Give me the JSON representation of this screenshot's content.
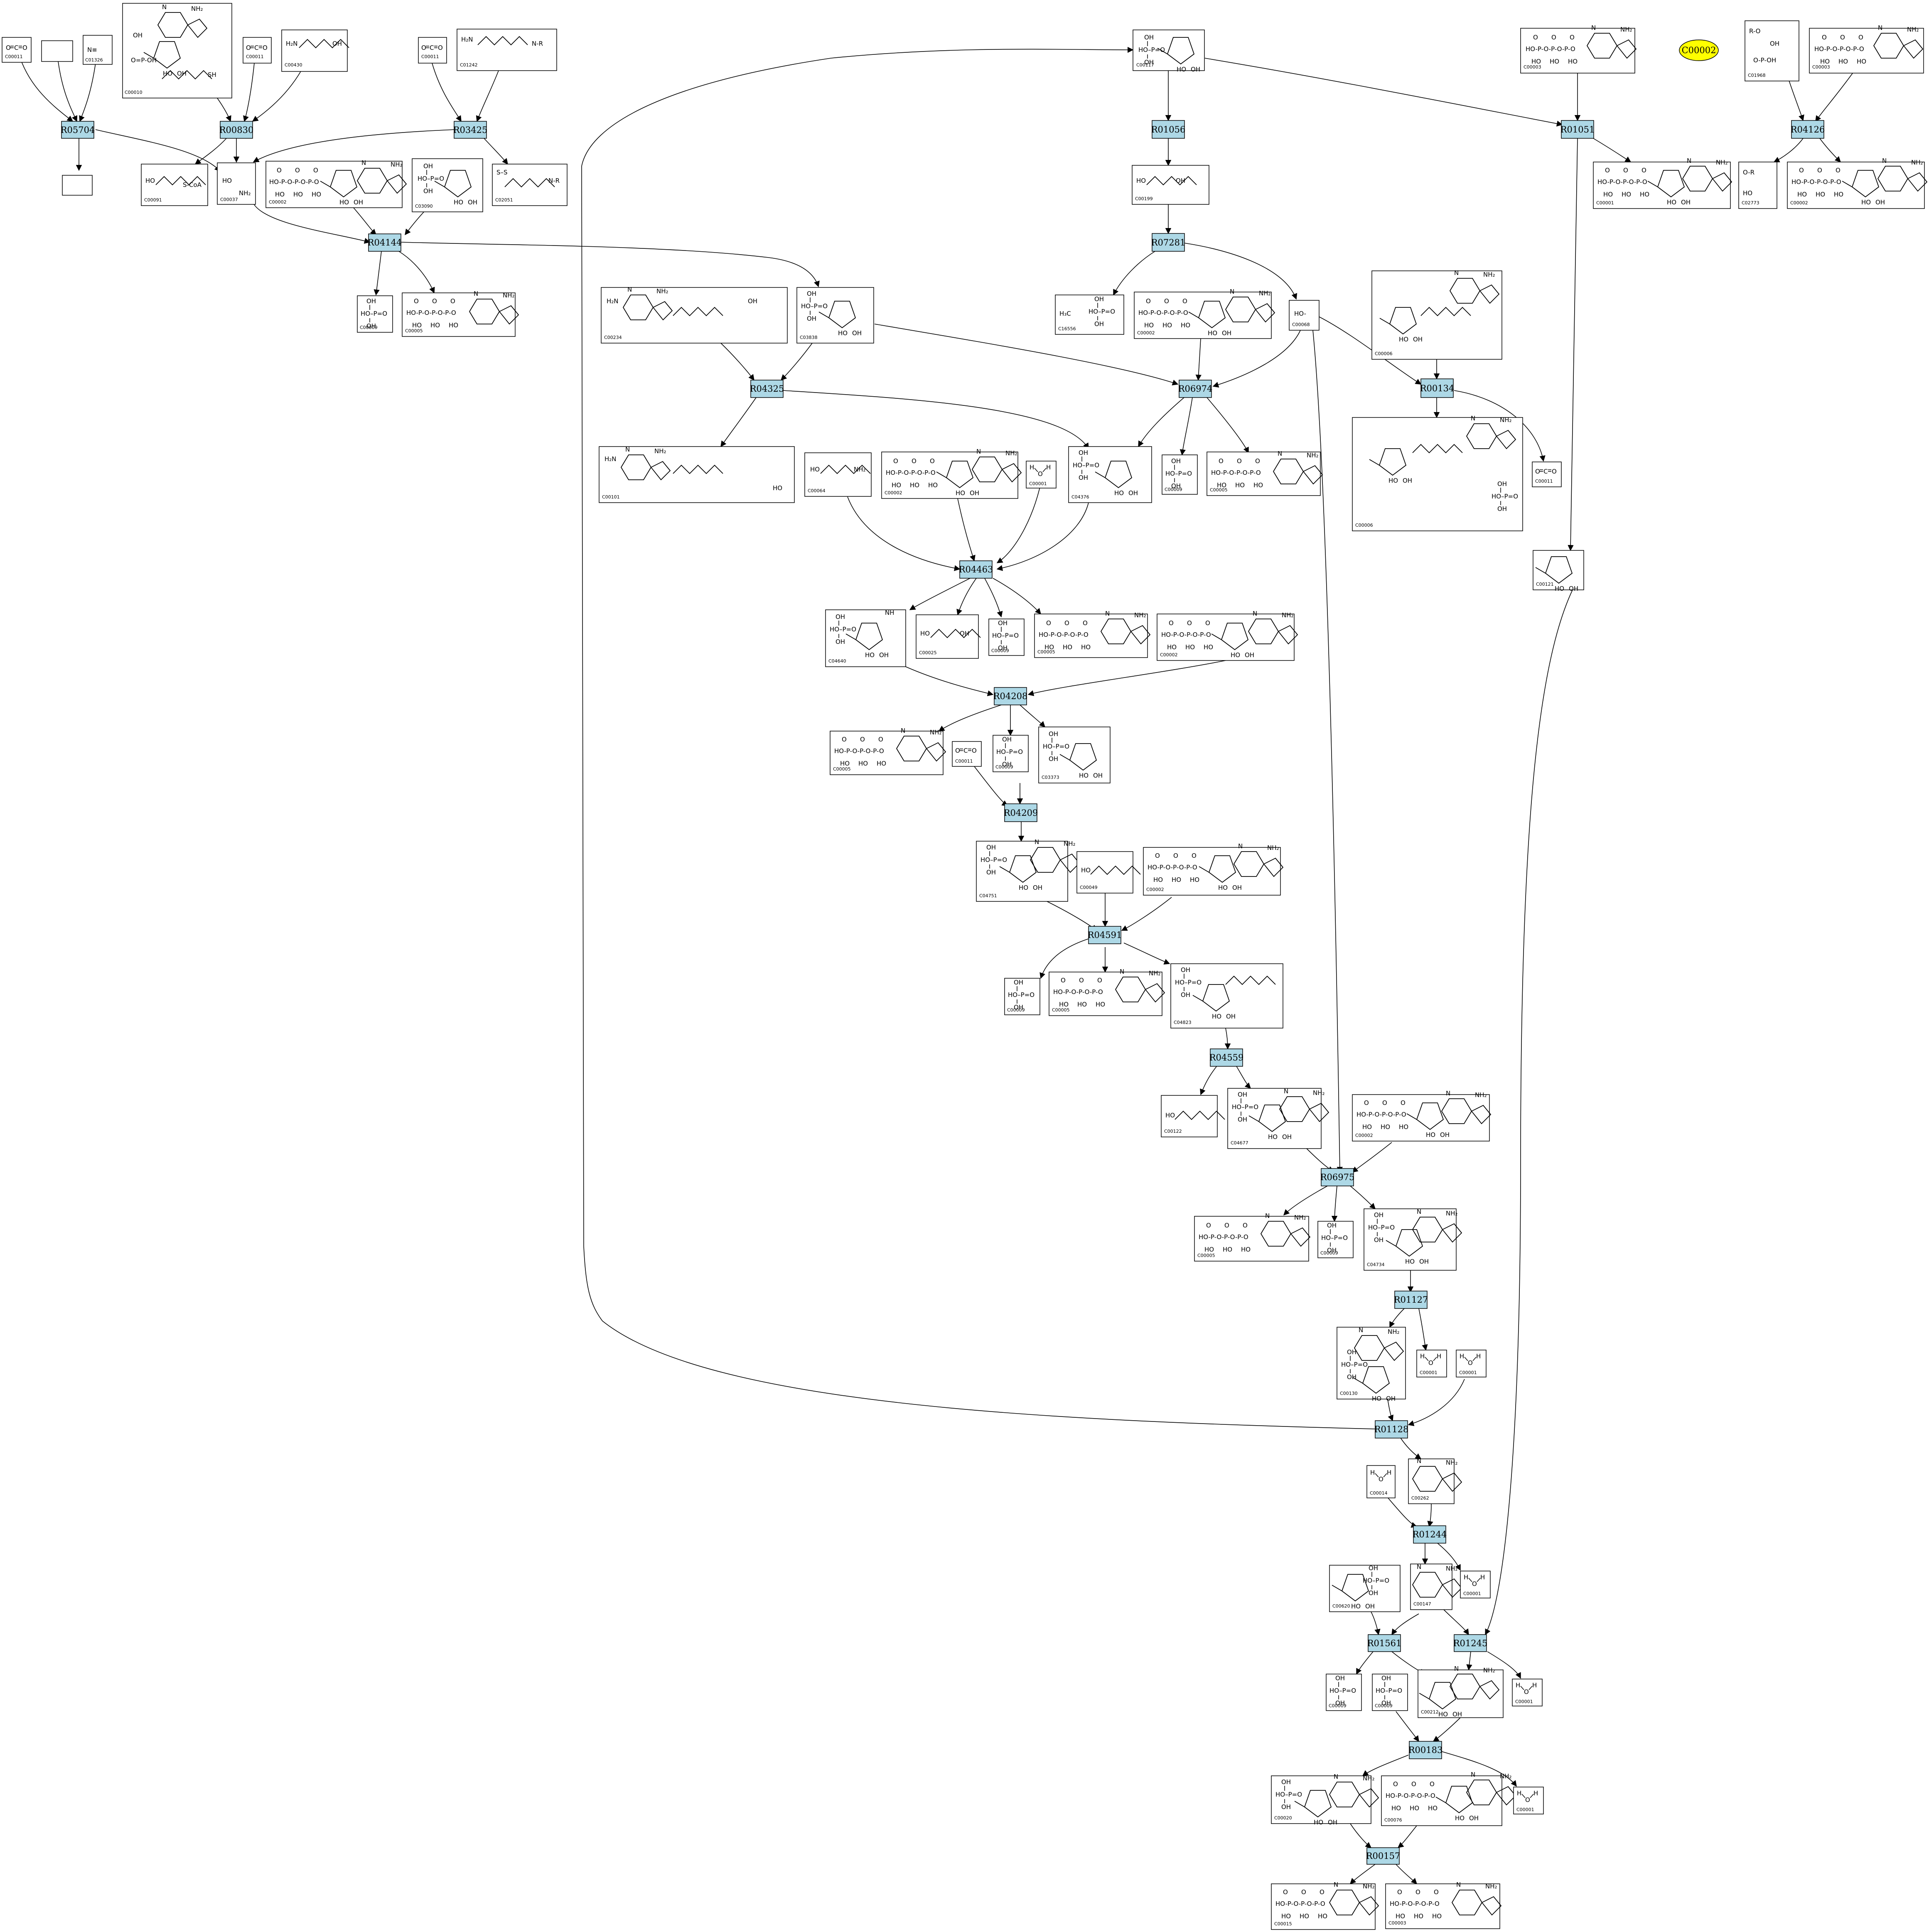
{
  "colors": {
    "reaction_fill": "#add8e6",
    "compound_fill": "#ffffff",
    "highlight_fill": "#ffff00",
    "stroke": "#000000"
  },
  "legend": {
    "label": "C00002"
  },
  "reactions": [
    "R05704",
    "R00830",
    "R03425",
    "R01056",
    "R01051",
    "R04126",
    "R04144",
    "R07281",
    "R04325",
    "R06974",
    "R00134",
    "R04463",
    "R04208",
    "R04209",
    "R04591",
    "R04559",
    "R06975",
    "R01127",
    "R01128",
    "R01244",
    "R01561",
    "R01245",
    "R00183",
    "R00157"
  ],
  "compounds": [
    "C00011",
    "C01326",
    "C00010",
    "C00011",
    "C00430",
    "C00011",
    "C01242",
    "C00117",
    "C00003",
    "C01968",
    "C00003",
    "C00091",
    "C00037",
    "C00002",
    "C03090",
    "C02051",
    "C00199",
    "C00001",
    "C02773",
    "C00002",
    "C00009",
    "C00005",
    "C00234",
    "C03838",
    "C16556",
    "C00002",
    "C00068",
    "C00006",
    "C00101",
    "C00064",
    "C00002",
    "C00001",
    "C04376",
    "C00009",
    "C00005",
    "C00006",
    "C00011",
    "C00121",
    "C04640",
    "C00025",
    "C00009",
    "C00005",
    "C00002",
    "C00005",
    "C00011",
    "C00009",
    "C03373",
    "C04751",
    "C00049",
    "C00002",
    "C00009",
    "C00005",
    "C04823",
    "C00122",
    "C04677",
    "C00002",
    "C00005",
    "C00009",
    "C04734",
    "C00130",
    "C00001",
    "C00001",
    "C00014",
    "C00262",
    "C00620",
    "C00147",
    "C00001",
    "C00009",
    "C00009",
    "C00212",
    "C00001",
    "C00020",
    "C00076",
    "C00001",
    "C00015",
    "C00003"
  ]
}
